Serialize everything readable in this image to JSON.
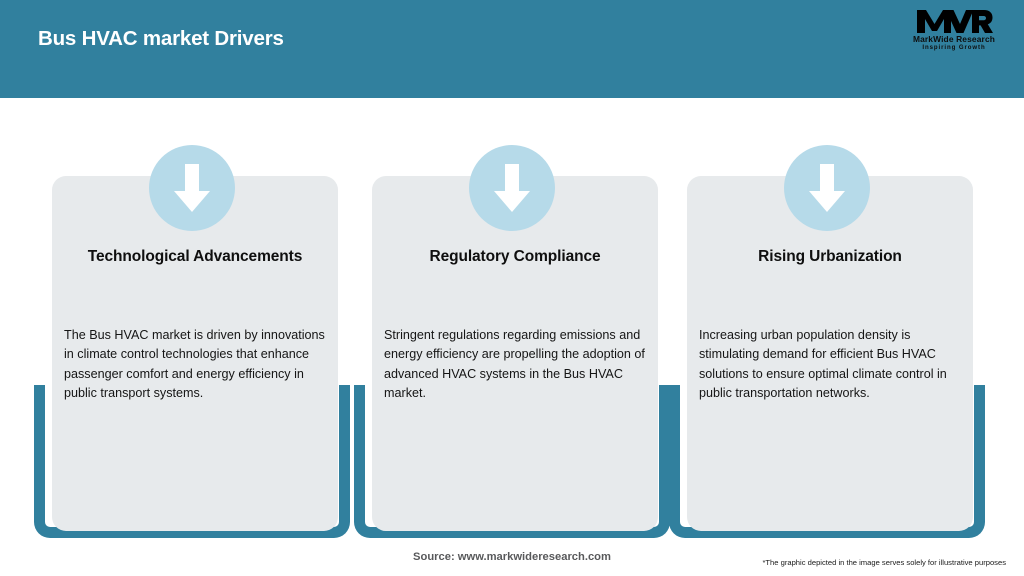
{
  "header": {
    "title": "Bus HVAC market Drivers",
    "bar_color": "#31809e",
    "title_color": "#ffffff"
  },
  "logo": {
    "mark": "MWR",
    "name": "MarkWide Research",
    "tagline": "Inspiring Growth"
  },
  "cards": [
    {
      "icon": "down-arrow-icon",
      "title": "Technological Advancements",
      "description": "The Bus HVAC market is driven by innovations in climate control technologies that enhance passenger comfort and energy efficiency in public transport systems."
    },
    {
      "icon": "down-arrow-icon",
      "title": "Regulatory Compliance",
      "description": "Stringent regulations regarding emissions and energy efficiency are propelling the adoption of advanced HVAC systems in the Bus HVAC market."
    },
    {
      "icon": "down-arrow-icon",
      "title": "Rising Urbanization",
      "description": "Increasing urban population density is stimulating demand for efficient Bus HVAC solutions to ensure optimal climate control in public transportation networks."
    }
  ],
  "footer": {
    "source": "Source: www.markwideresearch.com",
    "disclaimer": "*The graphic depicted in the image serves solely for illustrative purposes"
  },
  "colors": {
    "teal": "#31809e",
    "panel": "#e7eaec",
    "badge": "#b6dae9",
    "page": "#ffffff"
  }
}
